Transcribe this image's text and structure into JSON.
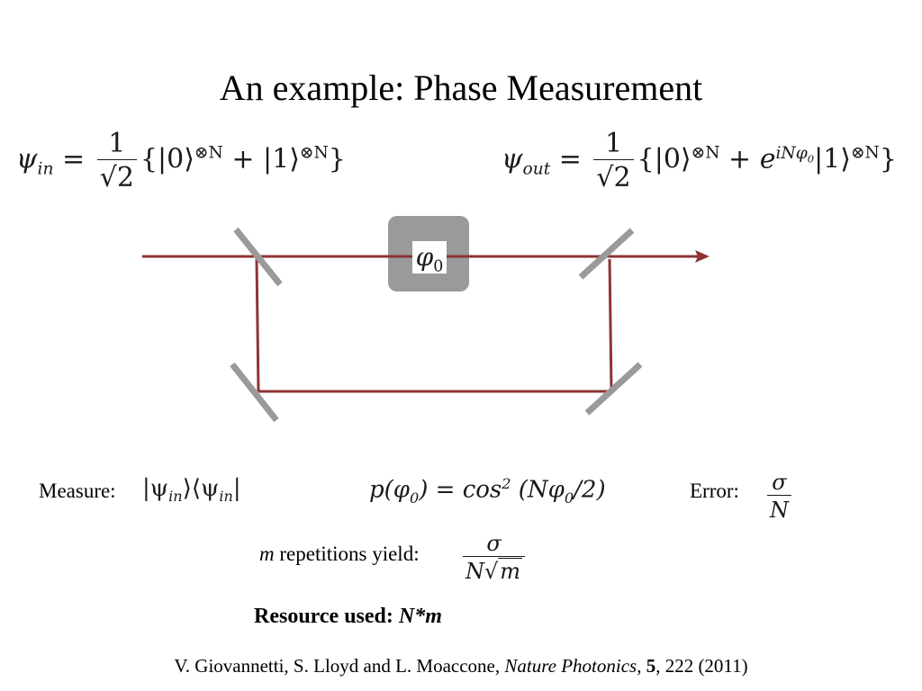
{
  "title": "An example: Phase Measurement",
  "equations": {
    "psi_in": {
      "lhs": "ψ",
      "sub": "in",
      "coef_num": "1",
      "coef_den": "√2",
      "ket0": "{|0⟩",
      "sup": "⊗N",
      "plus": "+",
      "ket1": "|1⟩",
      "close": "}"
    },
    "psi_out": {
      "lhs": "ψ",
      "sub": "out",
      "coef_num": "1",
      "coef_den": "√2",
      "ket0": "{|0⟩",
      "sup": "⊗N",
      "plus": "+",
      "exp_base": "e",
      "exp": "iNφ",
      "exp_sub": "0",
      "ket1": "|1⟩",
      "close": "}"
    }
  },
  "diagram": {
    "phase_symbol": "φ",
    "phase_sub": "0",
    "colors": {
      "beam": "#8e3434",
      "mirror": "#9a9a9a",
      "phase_box": "#9a9a9a"
    }
  },
  "measure": {
    "label": "Measure:",
    "projector": {
      "bra_ket": "|ψ",
      "sub1": "in",
      "mid": "⟩⟨ψ",
      "sub2": "in",
      "end": "|"
    },
    "probability": {
      "lhs": "p(φ",
      "lhs_sub": "0",
      "lhs_end": ") = cos",
      "pow": "2",
      "arg": "(Nφ",
      "arg_sub": "0",
      "arg_end": "/2)"
    }
  },
  "error": {
    "label": "Error:",
    "num": "σ",
    "den": "N"
  },
  "repetitions": {
    "var": "m",
    "label": " repetitions yield:",
    "num": "σ",
    "den_prefix": "N",
    "den_sqrt": "m"
  },
  "resource": {
    "label": "Resource used: ",
    "value": "N*m"
  },
  "citation": {
    "authors": "V. Giovannetti, S. Lloyd and L. Moaccone, ",
    "journal": "Nature Photonics",
    "sep": ", ",
    "volume": "5",
    "rest": ", 222 (2011)"
  }
}
